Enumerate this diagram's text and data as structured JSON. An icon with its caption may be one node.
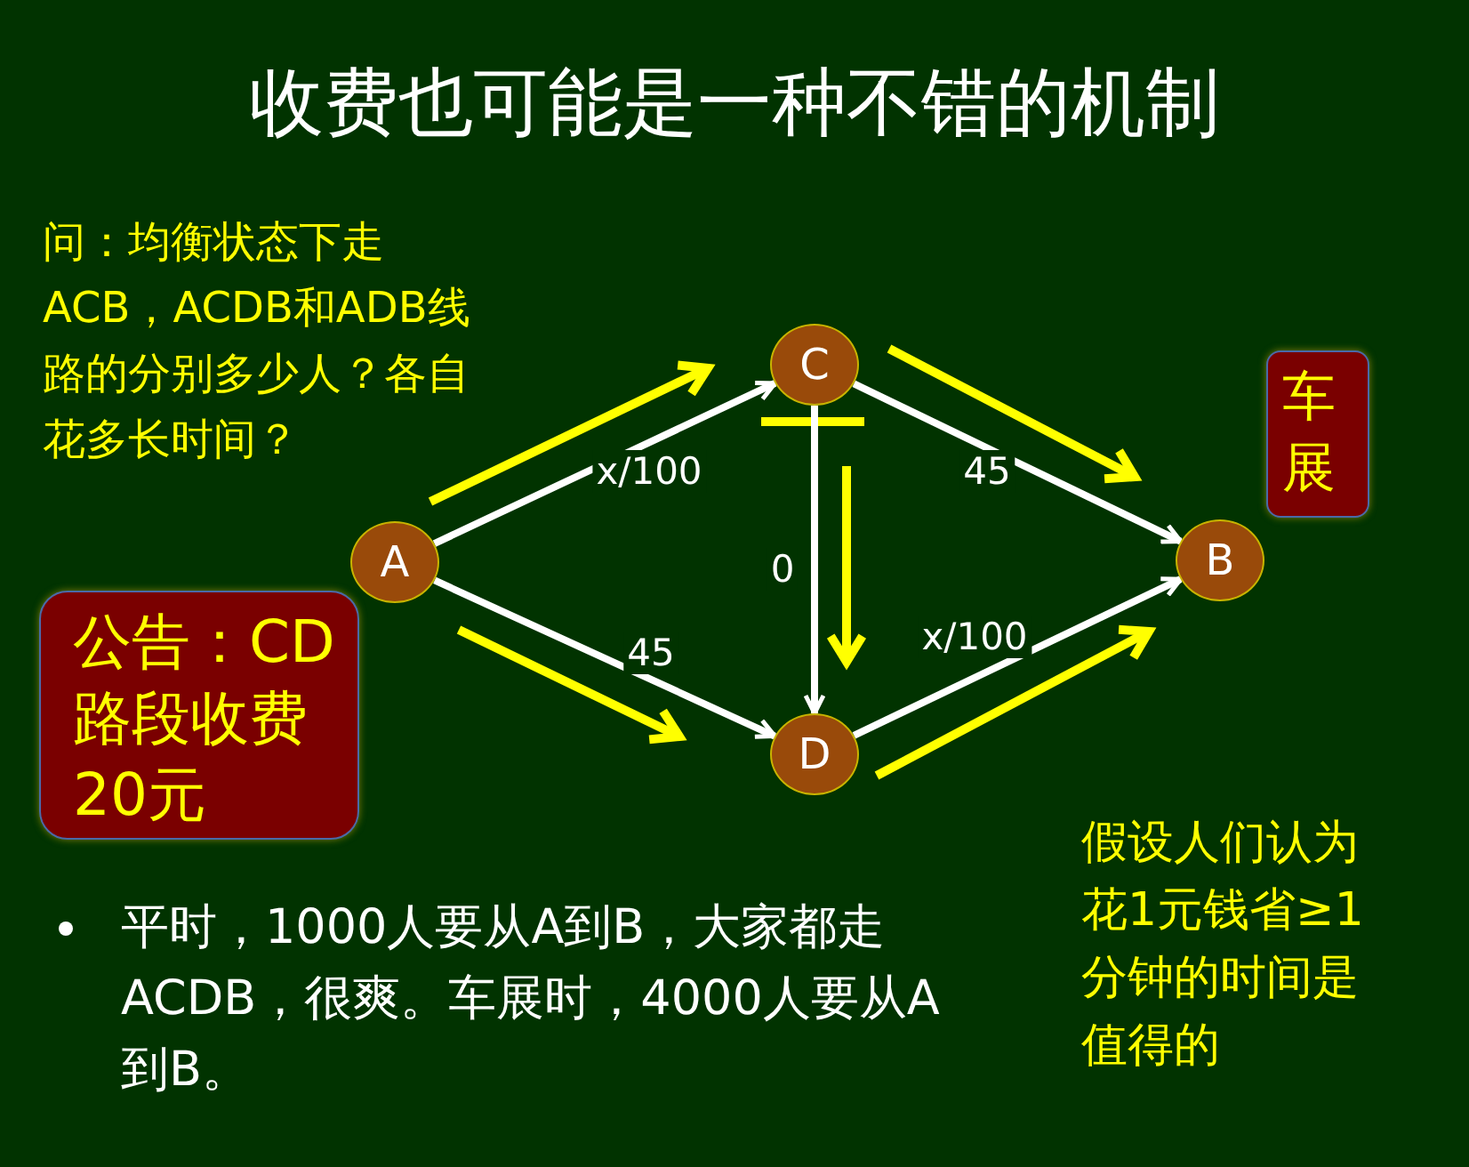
{
  "diagram": {
    "title": "收费也可能是一种不错的机制",
    "nodes": [
      {
        "text": [
          "A"
        ]
      },
      {
        "text": [
          "C"
        ]
      },
      {
        "text": [
          "B"
        ]
      },
      {
        "text": [
          "D"
        ]
      },
      {
        "text": [
          "车展"
        ]
      },
      {
        "text": [
          "公告：CD路段收费20元"
        ]
      }
    ],
    "edges": [
      {
        "from": 0,
        "to": 1,
        "arrow": "to",
        "label": "x/100"
      },
      {
        "from": 1,
        "to": 2,
        "arrow": "to",
        "label": "45"
      },
      {
        "from": 1,
        "to": 3,
        "arrow": "to",
        "label": "0"
      },
      {
        "from": 0,
        "to": 3,
        "arrow": "to",
        "label": "45"
      },
      {
        "from": 3,
        "to": 2,
        "arrow": "to",
        "label": "x/100"
      }
    ],
    "labels": [
      "问：均衡状态下走ACB，ACDB和ADB线路的分别多少人？各自花多长时间？",
      "平时，1000人要从A到B，大家都走ACDB，很爽。车展时，4000人要从A到B。",
      "假设人们认为花1元钱省≥1分钟的时间是值得的"
    ]
  }
}
